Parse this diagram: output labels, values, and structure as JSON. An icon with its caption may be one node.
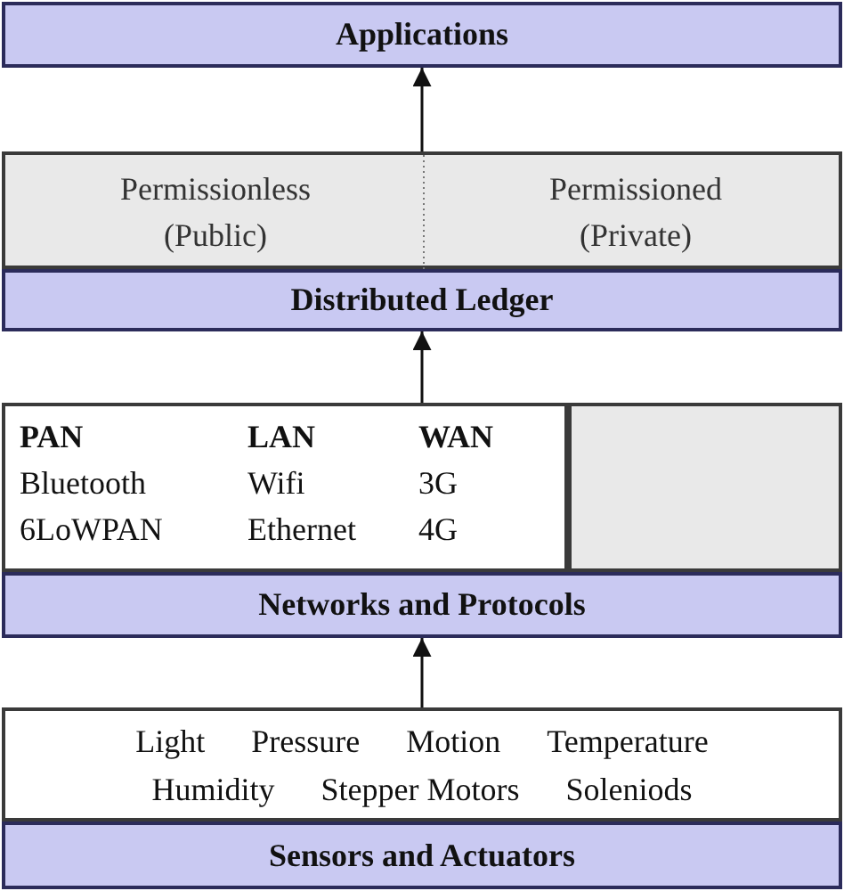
{
  "diagram": {
    "nodes": [
      {
        "text": [
          "Applications"
        ]
      },
      {
        "text": [],
        "shape": "box"
      },
      {
        "text": [
          "Permissionless (Public)"
        ],
        "in": 1
      },
      {
        "text": [
          "Permissioned (Private)"
        ],
        "in": 1
      },
      {
        "text": [
          "Distributed Ledger"
        ]
      },
      {
        "text": [
          "PAN",
          "LAN",
          "WAN",
          "Bluetooth",
          "Wifi",
          "3G",
          "6LoWPAN",
          "Ethernet",
          "4G"
        ]
      },
      {
        "text": [],
        "shape": "box"
      },
      {
        "text": [
          "Networks and Protocols"
        ]
      },
      {
        "text": [
          "Light",
          "Pressure",
          "Motion",
          "Temperature",
          "Humidity",
          "Stepper Motors",
          "Soleniods"
        ]
      },
      {
        "text": [
          "Sensors and Actuators"
        ]
      }
    ],
    "edges": [
      {
        "from": 1,
        "to": 0,
        "arrow": "to"
      },
      {
        "from": 5,
        "to": 4,
        "arrow": "to"
      },
      {
        "from": 8,
        "to": 7,
        "arrow": "to"
      }
    ]
  }
}
